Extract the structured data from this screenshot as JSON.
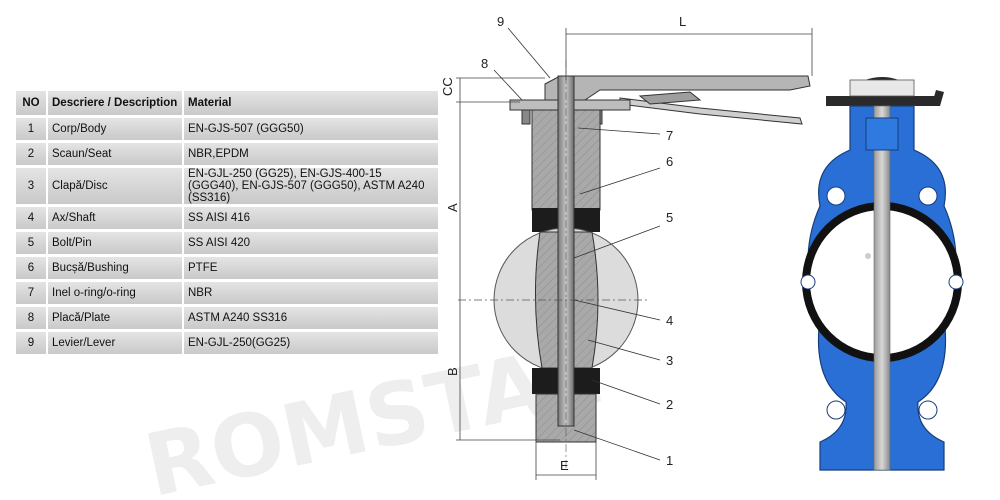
{
  "table": {
    "headers": {
      "no": "NO",
      "description": "Descriere / Description",
      "material": "Material"
    },
    "rows": [
      {
        "no": "1",
        "description": "Corp/Body",
        "material": "EN-GJS-507 (GGG50)"
      },
      {
        "no": "2",
        "description": "Scaun/Seat",
        "material": "NBR,EPDM"
      },
      {
        "no": "3",
        "description": "Clapă/Disc",
        "material": "EN-GJL-250 (GG25), EN-GJS-400-15 (GGG40), EN-GJS-507 (GGG50), ASTM A240 (SS316)"
      },
      {
        "no": "4",
        "description": "Ax/Shaft",
        "material": "SS AISI 416"
      },
      {
        "no": "5",
        "description": "Bolt/Pin",
        "material": "SS AISI 420"
      },
      {
        "no": "6",
        "description": "Bucșă/Bushing",
        "material": "PTFE"
      },
      {
        "no": "7",
        "description": "Inel o-ring/o-ring",
        "material": "NBR"
      },
      {
        "no": "8",
        "description": "Placă/Plate",
        "material": "ASTM A240 SS316"
      },
      {
        "no": "9",
        "description": "Levier/Lever",
        "material": "EN-GJL-250(GG25)"
      }
    ]
  },
  "drawing": {
    "dimensions": {
      "l": "L",
      "cc": "CC",
      "a": "A",
      "b": "B",
      "e": "E"
    },
    "callouts": [
      "1",
      "2",
      "3",
      "4",
      "5",
      "6",
      "7",
      "8",
      "9"
    ]
  },
  "watermark": "ROMSTAL",
  "colors": {
    "valve_blue": "#2a6fd6",
    "body_gray": "#a8a8a8",
    "table_cell": "#d6d6d6"
  }
}
